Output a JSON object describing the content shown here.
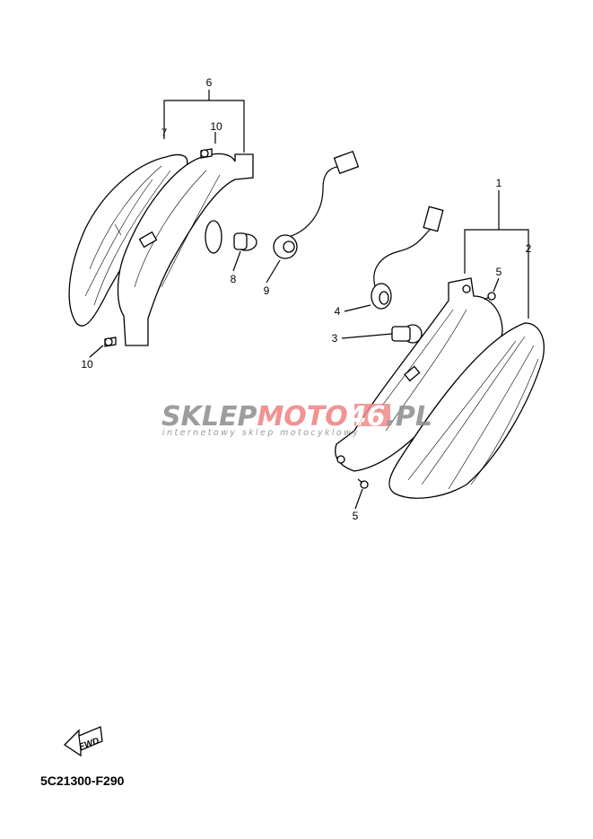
{
  "diagram": {
    "callouts": {
      "c6": "6",
      "c7": "7",
      "c10a": "10",
      "c10b": "10",
      "c8": "8",
      "c9": "9",
      "c4": "4",
      "c3": "3",
      "c1": "1",
      "c2": "2",
      "c5a": "5",
      "c5b": "5"
    },
    "fwd_label": "FWD",
    "part_code": "5C21300-F290"
  },
  "watermark": {
    "brand_grey": "SKLEP",
    "brand_red": "MOTO",
    "brand_num": "46",
    "brand_tld": ".PL",
    "tagline": "internetowy sklep motocyklowy",
    "colors": {
      "grey": "#8c8c8c",
      "red": "#f08080",
      "red_box": "#f08a8a"
    }
  }
}
